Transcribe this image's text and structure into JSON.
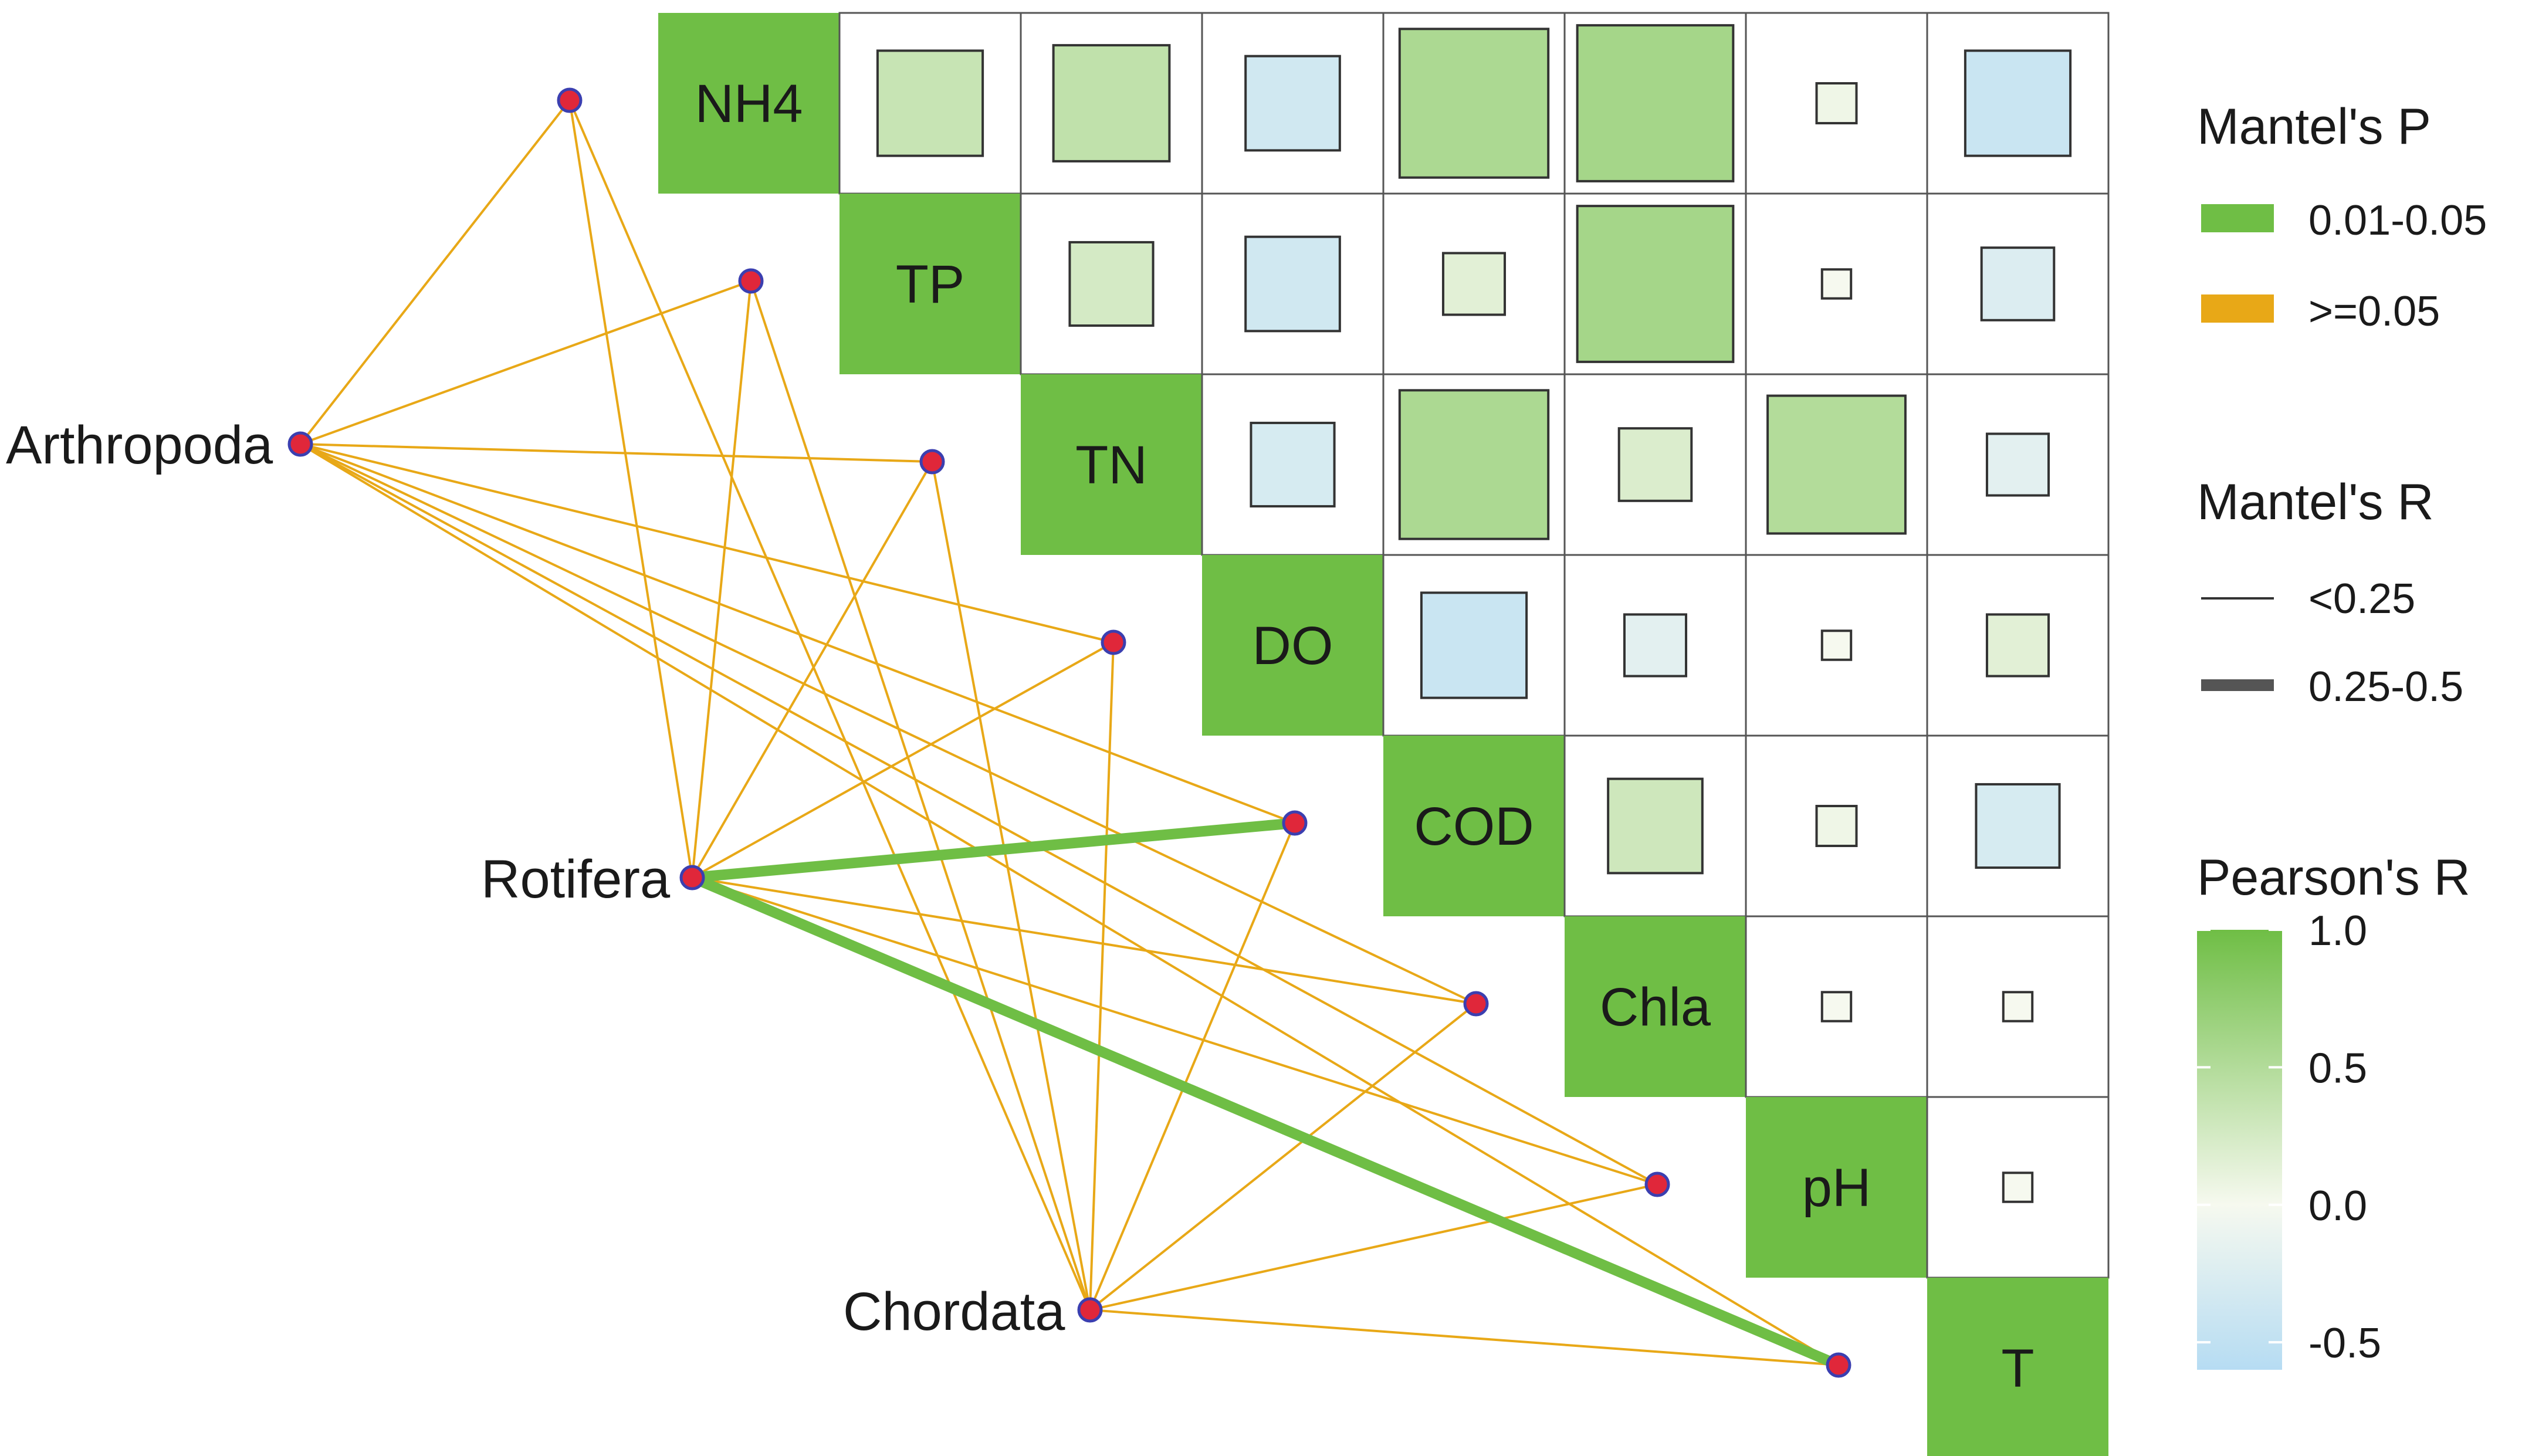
{
  "chart_data": {
    "type": "heatmap",
    "variables": [
      "NH4",
      "TP",
      "TN",
      "DO",
      "COD",
      "Chla",
      "pH",
      "T"
    ],
    "pearson_r": [
      [
        1.0,
        0.35,
        0.4,
        -0.3,
        0.55,
        0.6,
        0.05,
        -0.35
      ],
      [
        0.35,
        1.0,
        0.25,
        -0.3,
        0.15,
        0.6,
        0.0,
        -0.2
      ],
      [
        0.4,
        0.25,
        1.0,
        -0.25,
        0.55,
        0.2,
        0.5,
        -0.15
      ],
      [
        -0.3,
        -0.3,
        -0.25,
        1.0,
        -0.35,
        -0.15,
        0.0,
        0.15
      ],
      [
        0.55,
        0.15,
        0.55,
        -0.35,
        1.0,
        0.3,
        0.05,
        -0.25
      ],
      [
        0.6,
        0.6,
        0.2,
        -0.15,
        0.3,
        1.0,
        0.0,
        0.0
      ],
      [
        0.05,
        0.0,
        0.5,
        0.0,
        0.05,
        0.0,
        1.0,
        0.0
      ],
      [
        -0.35,
        -0.2,
        -0.15,
        0.15,
        -0.25,
        0.0,
        0.0,
        1.0
      ]
    ],
    "taxa": [
      "Arthropoda",
      "Rotifera",
      "Chordata"
    ],
    "mantel_links": [
      {
        "from": "Arthropoda",
        "to": "NH4",
        "p": ">=0.05",
        "r": "<0.25"
      },
      {
        "from": "Arthropoda",
        "to": "TP",
        "p": ">=0.05",
        "r": "<0.25"
      },
      {
        "from": "Arthropoda",
        "to": "TN",
        "p": ">=0.05",
        "r": "<0.25"
      },
      {
        "from": "Arthropoda",
        "to": "DO",
        "p": ">=0.05",
        "r": "<0.25"
      },
      {
        "from": "Arthropoda",
        "to": "COD",
        "p": ">=0.05",
        "r": "<0.25"
      },
      {
        "from": "Arthropoda",
        "to": "Chla",
        "p": ">=0.05",
        "r": "<0.25"
      },
      {
        "from": "Arthropoda",
        "to": "pH",
        "p": ">=0.05",
        "r": "<0.25"
      },
      {
        "from": "Arthropoda",
        "to": "T",
        "p": ">=0.05",
        "r": "<0.25"
      },
      {
        "from": "Rotifera",
        "to": "NH4",
        "p": ">=0.05",
        "r": "<0.25"
      },
      {
        "from": "Rotifera",
        "to": "TP",
        "p": ">=0.05",
        "r": "<0.25"
      },
      {
        "from": "Rotifera",
        "to": "TN",
        "p": ">=0.05",
        "r": "<0.25"
      },
      {
        "from": "Rotifera",
        "to": "DO",
        "p": ">=0.05",
        "r": "<0.25"
      },
      {
        "from": "Rotifera",
        "to": "COD",
        "p": "0.01-0.05",
        "r": "0.25-0.5"
      },
      {
        "from": "Rotifera",
        "to": "Chla",
        "p": ">=0.05",
        "r": "<0.25"
      },
      {
        "from": "Rotifera",
        "to": "pH",
        "p": ">=0.05",
        "r": "<0.25"
      },
      {
        "from": "Rotifera",
        "to": "T",
        "p": "0.01-0.05",
        "r": "0.25-0.5"
      },
      {
        "from": "Chordata",
        "to": "NH4",
        "p": ">=0.05",
        "r": "<0.25"
      },
      {
        "from": "Chordata",
        "to": "TP",
        "p": ">=0.05",
        "r": "<0.25"
      },
      {
        "from": "Chordata",
        "to": "TN",
        "p": ">=0.05",
        "r": "<0.25"
      },
      {
        "from": "Chordata",
        "to": "DO",
        "p": ">=0.05",
        "r": "<0.25"
      },
      {
        "from": "Chordata",
        "to": "COD",
        "p": ">=0.05",
        "r": "<0.25"
      },
      {
        "from": "Chordata",
        "to": "Chla",
        "p": ">=0.05",
        "r": "<0.25"
      },
      {
        "from": "Chordata",
        "to": "pH",
        "p": ">=0.05",
        "r": "<0.25"
      },
      {
        "from": "Chordata",
        "to": "T",
        "p": ">=0.05",
        "r": "<0.25"
      }
    ],
    "legend": {
      "mantel_p": {
        "title": "Mantel's P",
        "items": [
          {
            "label": "0.01-0.05",
            "color": "#6fbe45"
          },
          {
            "label": ">=0.05",
            "color": "#e8a817"
          }
        ]
      },
      "mantel_r": {
        "title": "Mantel's R",
        "items": [
          {
            "label": "<0.25",
            "weight": "thin"
          },
          {
            "label": "0.25-0.5",
            "weight": "thick"
          }
        ]
      },
      "pearson_r": {
        "title": "Pearson's R",
        "ticks": [
          "1.0",
          "0.5",
          "0.0",
          "-0.5"
        ],
        "range": [
          -0.6,
          1.0
        ],
        "colors": {
          "high": "#6fbe45",
          "mid": "#f6f9ef",
          "low": "#b6dcf3"
        }
      },
      "placement": "right"
    }
  }
}
